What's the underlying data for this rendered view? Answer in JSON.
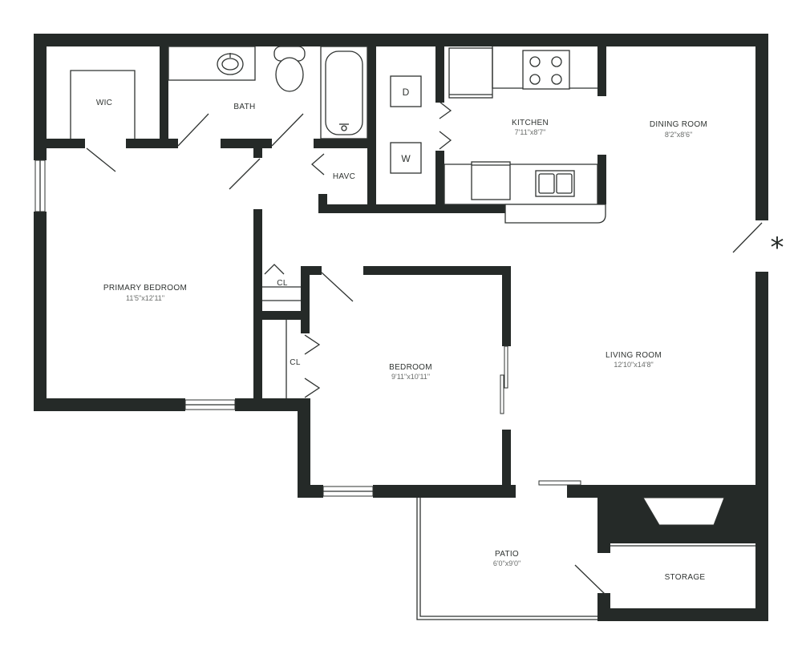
{
  "rooms": {
    "wic": {
      "name": "WIC"
    },
    "bath": {
      "name": "BATH"
    },
    "havc": {
      "name": "HAVC"
    },
    "kitchen": {
      "name": "KITCHEN",
      "dims": "7'11\"x8'7\""
    },
    "dining": {
      "name": "DINING ROOM",
      "dims": "8'2\"x8'6\""
    },
    "primary": {
      "name": "PRIMARY BEDROOM",
      "dims": "11'5\"x12'11\""
    },
    "closet1": {
      "name": "CL"
    },
    "closet2": {
      "name": "CL"
    },
    "bedroom": {
      "name": "BEDROOM",
      "dims": "9'11\"x10'11\""
    },
    "living": {
      "name": "LIVING ROOM",
      "dims": "12'10\"x14'8\""
    },
    "patio": {
      "name": "PATIO",
      "dims": "6'0\"x9'0\""
    },
    "storage": {
      "name": "STORAGE"
    }
  },
  "appliances": {
    "dryer": "D",
    "washer": "W"
  },
  "entry_marker": "*",
  "colors": {
    "wall": "#252a28",
    "label": "#2f3331",
    "dims": "#6a6d6b"
  }
}
